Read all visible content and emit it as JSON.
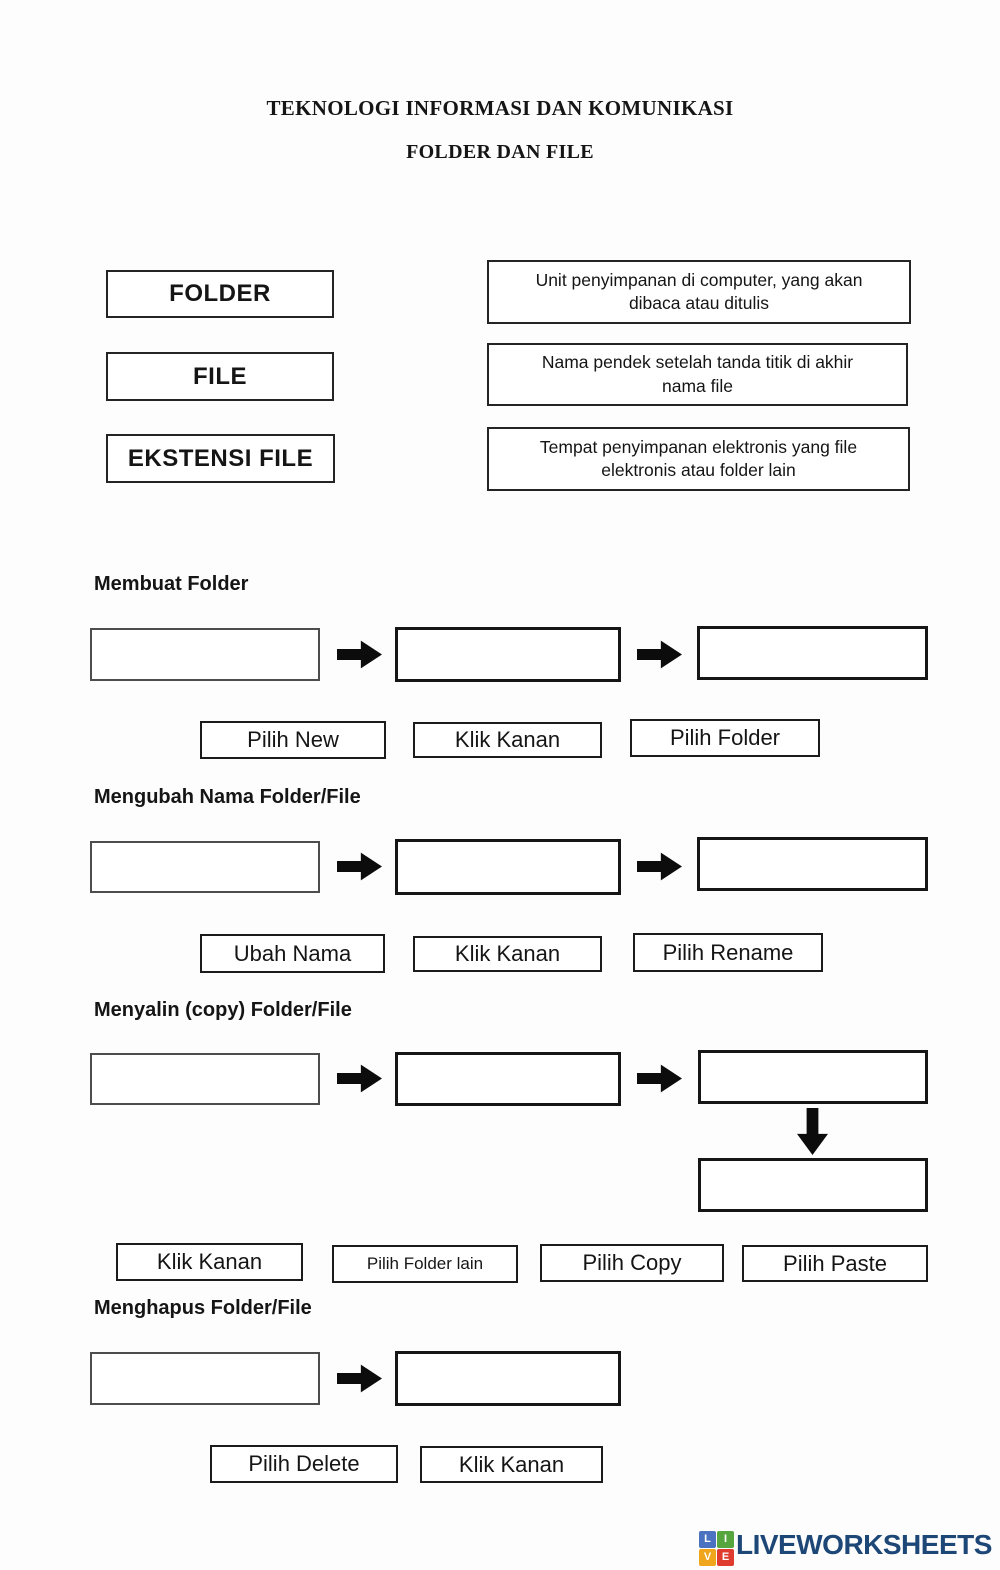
{
  "page": {
    "title": "TEKNOLOGI INFORMASI DAN KOMUNIKASI",
    "subtitle": "FOLDER DAN FILE"
  },
  "matching": {
    "terms": [
      "FOLDER",
      "FILE",
      "EKSTENSI FILE"
    ],
    "definitions": [
      "Unit penyimpanan di computer, yang akan dibaca atau ditulis",
      "Nama pendek setelah tanda titik di akhir nama file",
      "Tempat penyimpanan elektronis yang file elektronis atau folder lain"
    ]
  },
  "sections": [
    {
      "heading": "Membuat Folder",
      "labels": [
        "Pilih New",
        "Klik Kanan",
        "Pilih Folder"
      ]
    },
    {
      "heading": "Mengubah Nama Folder/File",
      "labels": [
        "Ubah Nama",
        "Klik Kanan",
        "Pilih Rename"
      ]
    },
    {
      "heading": "Menyalin (copy) Folder/File",
      "labels": [
        "Klik Kanan",
        "Pilih Folder lain",
        "Pilih Copy",
        "Pilih Paste"
      ]
    },
    {
      "heading": "Menghapus Folder/File",
      "labels": [
        "Pilih Delete",
        "Klik Kanan"
      ]
    }
  ],
  "footer": {
    "brand": "LIVEWORKSHEETS",
    "logo_letters": [
      "L",
      "I",
      "V",
      "E"
    ],
    "colors": {
      "brand_text": "#1c4777",
      "logo_blue": "#4a72c0",
      "logo_green": "#57a53f",
      "logo_yellow": "#f0a61c",
      "logo_red": "#df3b2f"
    }
  }
}
